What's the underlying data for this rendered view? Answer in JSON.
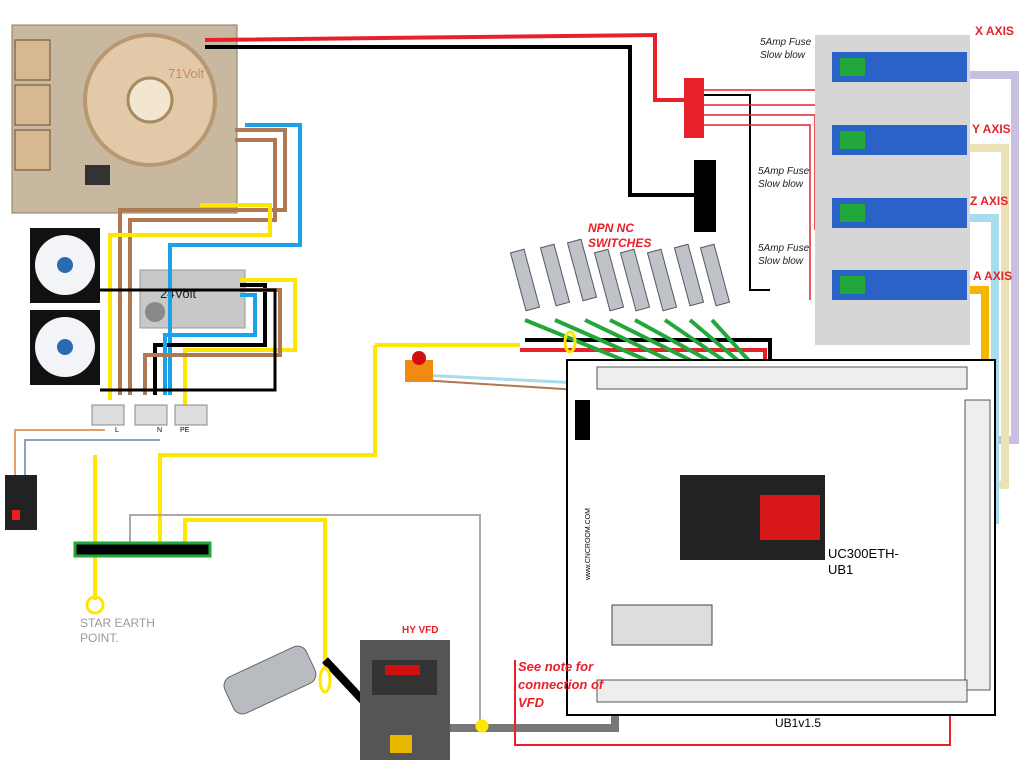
{
  "transformer": {
    "label": "71Volt"
  },
  "psu": {
    "label": "24Volt"
  },
  "fuses": [
    {
      "line1": "5Amp Fuse",
      "line2": "Slow blow"
    },
    {
      "line1": "5Amp Fuse",
      "line2": "Slow blow"
    },
    {
      "line1": "5Amp Fuse",
      "line2": "Slow blow"
    }
  ],
  "axes": [
    "X AXIS",
    "Y AXIS",
    "Z AXIS",
    "A AXIS"
  ],
  "switches": {
    "line1": "NPN NC",
    "line2": "SWITCHES"
  },
  "board": {
    "line1": "UC300ETH-",
    "line2": "UB1",
    "version": "UB1v1.5",
    "site": "www.CNCROOM.COM"
  },
  "terminals": [
    "L",
    "N",
    "PE"
  ],
  "earth": {
    "line1": "STAR EARTH",
    "line2": "POINT."
  },
  "vfd": {
    "label": "HY VFD",
    "note1": "See note for",
    "note2": "connection of",
    "note3": "VFD"
  },
  "colors": {
    "red": "#e8202a",
    "black": "#000000",
    "yellow": "#ffe600",
    "brown": "#b07850",
    "blue": "#1aa3e8",
    "green": "#22a83a",
    "lavender": "#c8c0e0",
    "beige": "#ece2b8",
    "lightblue": "#a8dcea",
    "orange": "#f5b800"
  }
}
